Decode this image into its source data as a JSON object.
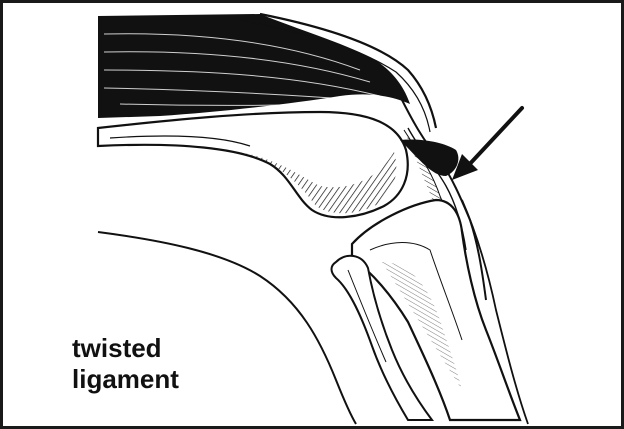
{
  "figure": {
    "caption_lines": [
      "twisted",
      "ligament"
    ],
    "colors": {
      "ink": "#111111",
      "background": "#ffffff",
      "frame": "#1a1a1a"
    },
    "pointer": {
      "icon": "arrow-icon",
      "target": "ligament"
    }
  }
}
